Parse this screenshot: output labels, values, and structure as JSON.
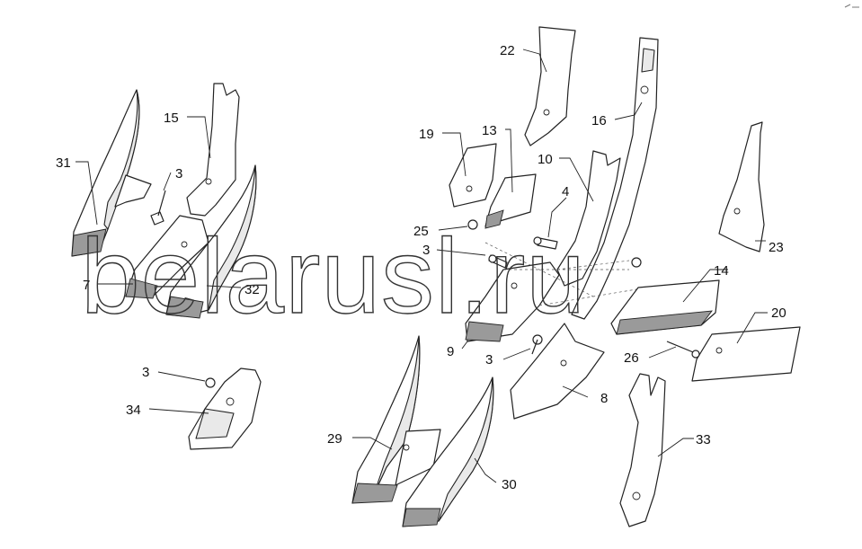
{
  "watermark": "belarusl.ru",
  "callouts": [
    {
      "id": "22",
      "label": "22"
    },
    {
      "id": "16",
      "label": "16"
    },
    {
      "id": "15",
      "label": "15"
    },
    {
      "id": "19",
      "label": "19"
    },
    {
      "id": "13",
      "label": "13"
    },
    {
      "id": "10",
      "label": "10"
    },
    {
      "id": "31",
      "label": "31"
    },
    {
      "id": "3a",
      "label": "3"
    },
    {
      "id": "4",
      "label": "4"
    },
    {
      "id": "25",
      "label": "25"
    },
    {
      "id": "3b",
      "label": "3"
    },
    {
      "id": "23",
      "label": "23"
    },
    {
      "id": "14",
      "label": "14"
    },
    {
      "id": "7",
      "label": "7"
    },
    {
      "id": "32",
      "label": "32"
    },
    {
      "id": "20",
      "label": "20"
    },
    {
      "id": "9",
      "label": "9"
    },
    {
      "id": "3c",
      "label": "3"
    },
    {
      "id": "26",
      "label": "26"
    },
    {
      "id": "3d",
      "label": "3"
    },
    {
      "id": "8",
      "label": "8"
    },
    {
      "id": "34",
      "label": "34"
    },
    {
      "id": "29",
      "label": "29"
    },
    {
      "id": "33",
      "label": "33"
    },
    {
      "id": "30",
      "label": "30"
    }
  ]
}
